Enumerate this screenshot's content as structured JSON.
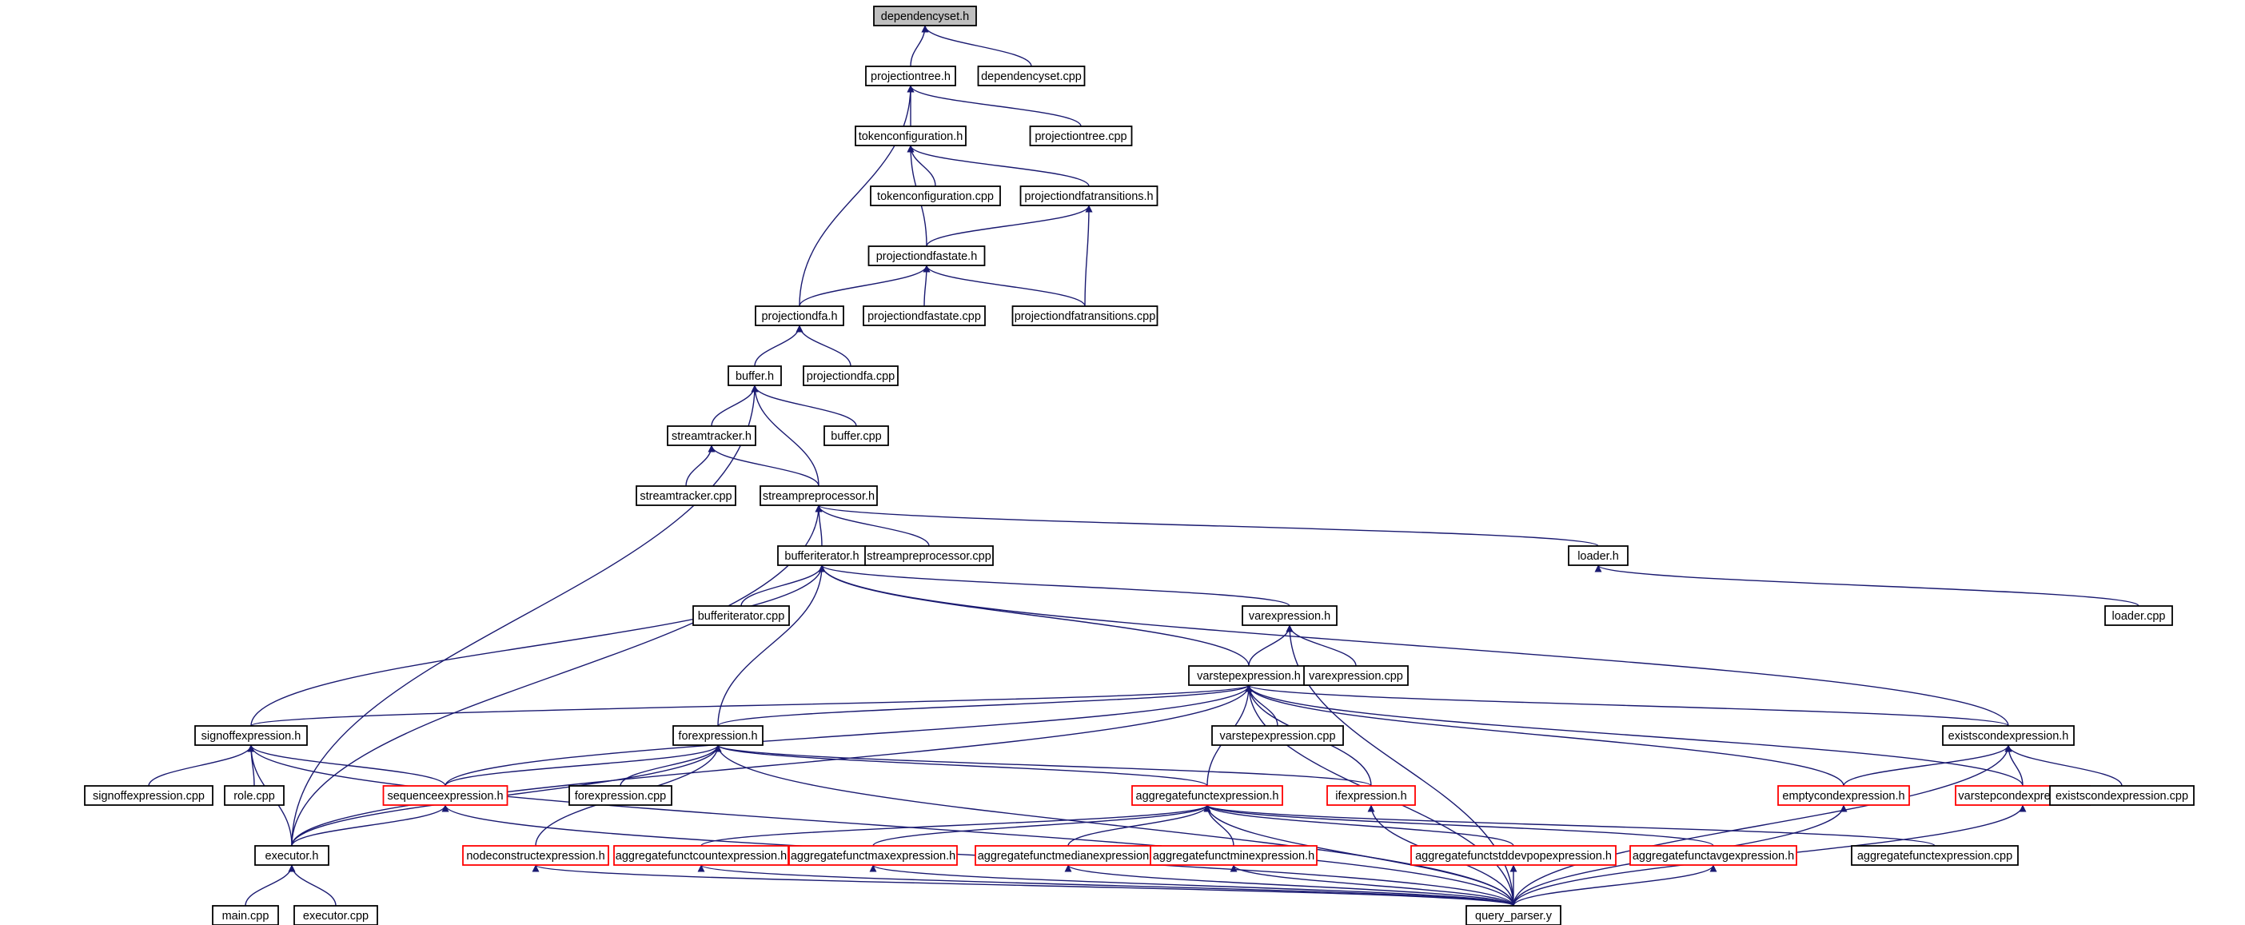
{
  "graph": {
    "edge_color": "#191970",
    "root_fill": "#bfbfbf",
    "nodes": [
      {
        "id": "dependencyset_h",
        "label": "dependencyset.h",
        "root": true
      },
      {
        "id": "projectiontree_h",
        "label": "projectiontree.h"
      },
      {
        "id": "dependencyset_cpp",
        "label": "dependencyset.cpp"
      },
      {
        "id": "tokenconfiguration_h",
        "label": "tokenconfiguration.h"
      },
      {
        "id": "projectiontree_cpp",
        "label": "projectiontree.cpp"
      },
      {
        "id": "tokenconfiguration_cpp",
        "label": "tokenconfiguration.cpp"
      },
      {
        "id": "projectiondfatransitions_h",
        "label": "projectiondfatransitions.h"
      },
      {
        "id": "projectiondfastate_h",
        "label": "projectiondfastate.h"
      },
      {
        "id": "projectiondfa_h",
        "label": "projectiondfa.h"
      },
      {
        "id": "projectiondfastate_cpp",
        "label": "projectiondfastate.cpp"
      },
      {
        "id": "projectiondfatransitions_cpp",
        "label": "projectiondfatransitions.cpp"
      },
      {
        "id": "buffer_h",
        "label": "buffer.h"
      },
      {
        "id": "projectiondfa_cpp",
        "label": "projectiondfa.cpp"
      },
      {
        "id": "streamtracker_h",
        "label": "streamtracker.h"
      },
      {
        "id": "buffer_cpp",
        "label": "buffer.cpp"
      },
      {
        "id": "streamtracker_cpp",
        "label": "streamtracker.cpp"
      },
      {
        "id": "streampreprocessor_h",
        "label": "streampreprocessor.h"
      },
      {
        "id": "bufferiterator_h",
        "label": "bufferiterator.h"
      },
      {
        "id": "streampreprocessor_cpp",
        "label": "streampreprocessor.cpp"
      },
      {
        "id": "loader_h",
        "label": "loader.h"
      },
      {
        "id": "bufferiterator_cpp",
        "label": "bufferiterator.cpp"
      },
      {
        "id": "varexpression_h",
        "label": "varexpression.h"
      },
      {
        "id": "loader_cpp",
        "label": "loader.cpp"
      },
      {
        "id": "varstepexpression_h",
        "label": "varstepexpression.h"
      },
      {
        "id": "varexpression_cpp",
        "label": "varexpression.cpp"
      },
      {
        "id": "signoffexpression_h",
        "label": "signoffexpression.h"
      },
      {
        "id": "forexpression_h",
        "label": "forexpression.h"
      },
      {
        "id": "varstepexpression_cpp",
        "label": "varstepexpression.cpp"
      },
      {
        "id": "existscondexpression_h",
        "label": "existscondexpression.h"
      },
      {
        "id": "signoffexpression_cpp",
        "label": "signoffexpression.cpp"
      },
      {
        "id": "role_cpp",
        "label": "role.cpp"
      },
      {
        "id": "sequenceexpression_h",
        "label": "sequenceexpression.h",
        "red": true
      },
      {
        "id": "forexpression_cpp",
        "label": "forexpression.cpp"
      },
      {
        "id": "aggregatefunctexpression_h",
        "label": "aggregatefunctexpression.h",
        "red": true
      },
      {
        "id": "ifexpression_h",
        "label": "ifexpression.h",
        "red": true
      },
      {
        "id": "emptycondexpression_h",
        "label": "emptycondexpression.h",
        "red": true
      },
      {
        "id": "varstepcondexpression_h",
        "label": "varstepcondexpression.h",
        "red": true
      },
      {
        "id": "existscondexpression_cpp",
        "label": "existscondexpression.cpp"
      },
      {
        "id": "executor_h",
        "label": "executor.h"
      },
      {
        "id": "nodeconstructexpression_h",
        "label": "nodeconstructexpression.h",
        "red": true
      },
      {
        "id": "aggregatefunctcountexpression_h",
        "label": "aggregatefunctcountexpression.h",
        "red": true
      },
      {
        "id": "aggregatefunctmaxexpression_h",
        "label": "aggregatefunctmaxexpression.h",
        "red": true
      },
      {
        "id": "aggregatefunctmedianexpression_h",
        "label": "aggregatefunctmedianexpression.h",
        "red": true
      },
      {
        "id": "aggregatefunctminexpression_h",
        "label": "aggregatefunctminexpression.h",
        "red": true
      },
      {
        "id": "aggregatefunctstddevpopexpression_h",
        "label": "aggregatefunctstddevpopexpression.h",
        "red": true
      },
      {
        "id": "aggregatefunctavgexpression_h",
        "label": "aggregatefunctavgexpression.h",
        "red": true
      },
      {
        "id": "aggregatefunctexpression_cpp",
        "label": "aggregatefunctexpression.cpp"
      },
      {
        "id": "main_cpp",
        "label": "main.cpp"
      },
      {
        "id": "executor_cpp",
        "label": "executor.cpp"
      },
      {
        "id": "query_parser_y",
        "label": "query_parser.y"
      }
    ],
    "edges": [
      [
        "projectiontree_h",
        "dependencyset_h"
      ],
      [
        "dependencyset_cpp",
        "dependencyset_h"
      ],
      [
        "tokenconfiguration_h",
        "projectiontree_h"
      ],
      [
        "projectiontree_cpp",
        "projectiontree_h"
      ],
      [
        "projectiondfa_h",
        "projectiontree_h"
      ],
      [
        "tokenconfiguration_cpp",
        "tokenconfiguration_h"
      ],
      [
        "projectiondfatransitions_h",
        "tokenconfiguration_h"
      ],
      [
        "projectiondfastate_h",
        "tokenconfiguration_h"
      ],
      [
        "projectiondfastate_h",
        "projectiondfatransitions_h"
      ],
      [
        "projectiondfatransitions_cpp",
        "projectiondfatransitions_h"
      ],
      [
        "projectiondfa_h",
        "projectiondfastate_h"
      ],
      [
        "projectiondfastate_cpp",
        "projectiondfastate_h"
      ],
      [
        "projectiondfatransitions_cpp",
        "projectiondfastate_h"
      ],
      [
        "buffer_h",
        "projectiondfa_h"
      ],
      [
        "projectiondfa_cpp",
        "projectiondfa_h"
      ],
      [
        "streamtracker_h",
        "buffer_h"
      ],
      [
        "buffer_cpp",
        "buffer_h"
      ],
      [
        "streampreprocessor_h",
        "buffer_h"
      ],
      [
        "executor_h",
        "buffer_h"
      ],
      [
        "streamtracker_cpp",
        "streamtracker_h"
      ],
      [
        "streampreprocessor_h",
        "streamtracker_h"
      ],
      [
        "bufferiterator_h",
        "streampreprocessor_h"
      ],
      [
        "streampreprocessor_cpp",
        "streampreprocessor_h"
      ],
      [
        "loader_h",
        "streampreprocessor_h"
      ],
      [
        "executor_h",
        "streampreprocessor_h"
      ],
      [
        "loader_cpp",
        "loader_h"
      ],
      [
        "bufferiterator_cpp",
        "bufferiterator_h"
      ],
      [
        "varexpression_h",
        "bufferiterator_h"
      ],
      [
        "varstepexpression_h",
        "bufferiterator_h"
      ],
      [
        "signoffexpression_h",
        "bufferiterator_h"
      ],
      [
        "forexpression_h",
        "bufferiterator_h"
      ],
      [
        "existscondexpression_h",
        "bufferiterator_h"
      ],
      [
        "varstepexpression_h",
        "varexpression_h"
      ],
      [
        "varexpression_cpp",
        "varexpression_h"
      ],
      [
        "query_parser_y",
        "varexpression_h"
      ],
      [
        "varstepexpression_cpp",
        "varstepexpression_h"
      ],
      [
        "signoffexpression_h",
        "varstepexpression_h"
      ],
      [
        "forexpression_h",
        "varstepexpression_h"
      ],
      [
        "sequenceexpression_h",
        "varstepexpression_h"
      ],
      [
        "aggregatefunctexpression_h",
        "varstepexpression_h"
      ],
      [
        "ifexpression_h",
        "varstepexpression_h"
      ],
      [
        "existscondexpression_h",
        "varstepexpression_h"
      ],
      [
        "emptycondexpression_h",
        "varstepexpression_h"
      ],
      [
        "varstepcondexpression_h",
        "varstepexpression_h"
      ],
      [
        "executor_h",
        "varstepexpression_h"
      ],
      [
        "query_parser_y",
        "varstepexpression_h"
      ],
      [
        "signoffexpression_cpp",
        "signoffexpression_h"
      ],
      [
        "role_cpp",
        "signoffexpression_h"
      ],
      [
        "sequenceexpression_h",
        "signoffexpression_h"
      ],
      [
        "executor_h",
        "signoffexpression_h"
      ],
      [
        "query_parser_y",
        "signoffexpression_h"
      ],
      [
        "sequenceexpression_h",
        "forexpression_h"
      ],
      [
        "forexpression_cpp",
        "forexpression_h"
      ],
      [
        "aggregatefunctexpression_h",
        "forexpression_h"
      ],
      [
        "ifexpression_h",
        "forexpression_h"
      ],
      [
        "executor_h",
        "forexpression_h"
      ],
      [
        "nodeconstructexpression_h",
        "forexpression_h"
      ],
      [
        "query_parser_y",
        "forexpression_h"
      ],
      [
        "emptycondexpression_h",
        "existscondexpression_h"
      ],
      [
        "varstepcondexpression_h",
        "existscondexpression_h"
      ],
      [
        "existscondexpression_cpp",
        "existscondexpression_h"
      ],
      [
        "query_parser_y",
        "existscondexpression_h"
      ],
      [
        "executor_h",
        "sequenceexpression_h"
      ],
      [
        "query_parser_y",
        "sequenceexpression_h"
      ],
      [
        "aggregatefunctcountexpression_h",
        "aggregatefunctexpression_h"
      ],
      [
        "aggregatefunctmaxexpression_h",
        "aggregatefunctexpression_h"
      ],
      [
        "aggregatefunctmedianexpression_h",
        "aggregatefunctexpression_h"
      ],
      [
        "aggregatefunctminexpression_h",
        "aggregatefunctexpression_h"
      ],
      [
        "aggregatefunctstddevpopexpression_h",
        "aggregatefunctexpression_h"
      ],
      [
        "aggregatefunctavgexpression_h",
        "aggregatefunctexpression_h"
      ],
      [
        "aggregatefunctexpression_cpp",
        "aggregatefunctexpression_h"
      ],
      [
        "query_parser_y",
        "aggregatefunctexpression_h"
      ],
      [
        "query_parser_y",
        "ifexpression_h"
      ],
      [
        "query_parser_y",
        "emptycondexpression_h"
      ],
      [
        "query_parser_y",
        "varstepcondexpression_h"
      ],
      [
        "main_cpp",
        "executor_h"
      ],
      [
        "executor_cpp",
        "executor_h"
      ],
      [
        "query_parser_y",
        "nodeconstructexpression_h"
      ],
      [
        "query_parser_y",
        "aggregatefunctcountexpression_h"
      ],
      [
        "query_parser_y",
        "aggregatefunctmaxexpression_h"
      ],
      [
        "query_parser_y",
        "aggregatefunctmedianexpression_h"
      ],
      [
        "query_parser_y",
        "aggregatefunctminexpression_h"
      ],
      [
        "query_parser_y",
        "aggregatefunctstddevpopexpression_h"
      ],
      [
        "query_parser_y",
        "aggregatefunctavgexpression_h"
      ]
    ]
  }
}
